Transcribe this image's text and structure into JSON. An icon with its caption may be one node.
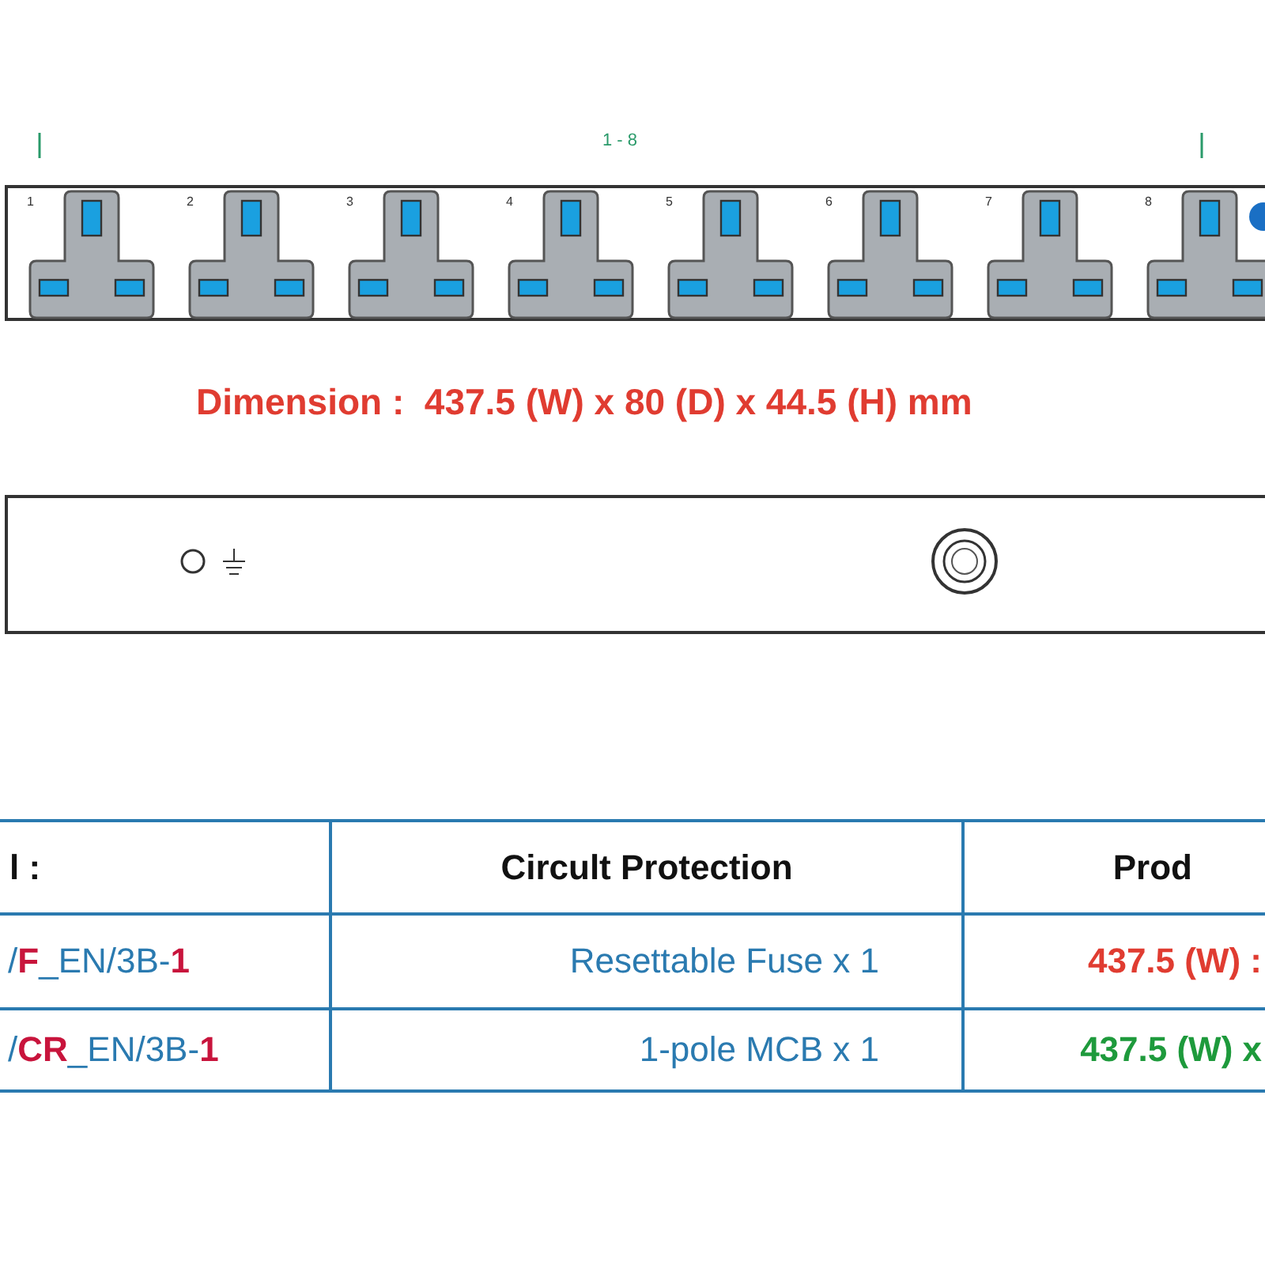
{
  "diagram": {
    "labels": [
      "1 - 8",
      "1",
      "2",
      "3",
      "4",
      "5",
      "6",
      "7",
      "8",
      "Dimension :  437.5 (W) x 80 (D) x 44.5 (H) mm",
      "l :",
      "Circult Protection",
      "Prod",
      "/**F**_EN/3B-**1**",
      "Resettable Fuse x 1",
      "437.5 (W) :",
      "/**CR**_EN/3B-**1**",
      "1-pole MCB x 1",
      "437.5 (W) x"
    ]
  }
}
